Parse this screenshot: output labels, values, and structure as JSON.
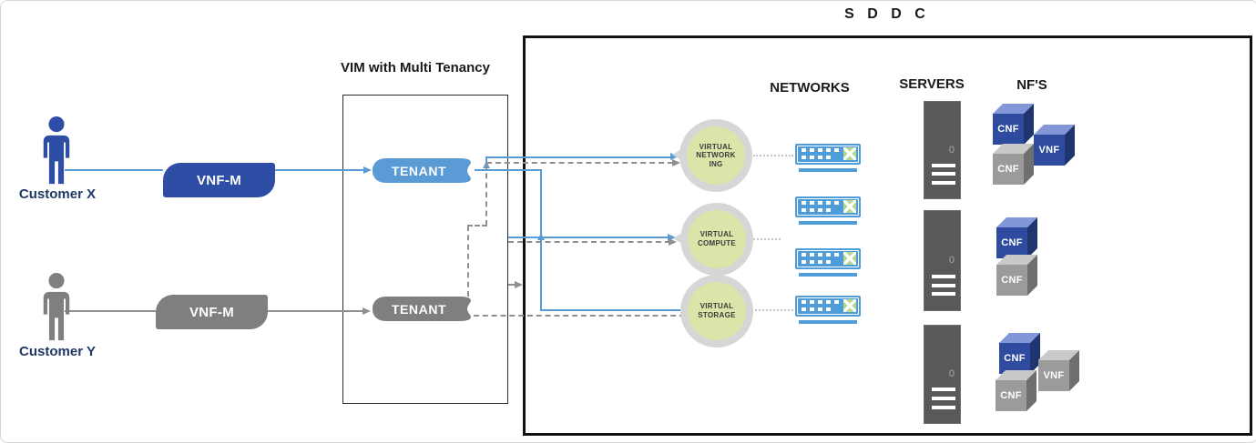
{
  "diagram": {
    "sddc_title": "S D D C",
    "vim_title": "VIM with Multi Tenancy",
    "customers": [
      {
        "name": "Customer X",
        "color": "#2E4EA6"
      },
      {
        "name": "Customer Y",
        "color": "#7F7F7F"
      }
    ],
    "vnfm_boxes": [
      {
        "label": "VNF-M",
        "color": "#2E4EA6"
      },
      {
        "label": "VNF-M",
        "color": "#7F7F7F"
      }
    ],
    "tenants": [
      {
        "label": "TENANT",
        "color": "#5B9BD5"
      },
      {
        "label": "TENANT",
        "color": "#7F7F7F"
      }
    ],
    "headers": {
      "networks": "NETWORKS",
      "servers": "SERVERS",
      "nfs": "NF'S"
    },
    "virtual_services": [
      {
        "lines": [
          "VIRTUAL",
          "NETWORK",
          "ING"
        ]
      },
      {
        "lines": [
          "VIRTUAL",
          "COMPUTE"
        ]
      },
      {
        "lines": [
          "VIRTUAL",
          "STORAGE"
        ]
      }
    ],
    "servers": [
      {
        "indicator": "0"
      },
      {
        "indicator": "0"
      },
      {
        "indicator": "0"
      }
    ],
    "nf_groups": [
      {
        "cubes": [
          {
            "label": "CNF",
            "variant": "blue"
          },
          {
            "label": "VNF",
            "variant": "blue"
          },
          {
            "label": "CNF",
            "variant": "gray"
          }
        ]
      },
      {
        "cubes": [
          {
            "label": "CNF",
            "variant": "blue"
          },
          {
            "label": "CNF",
            "variant": "gray"
          }
        ]
      },
      {
        "cubes": [
          {
            "label": "CNF",
            "variant": "blue"
          },
          {
            "label": "VNF",
            "variant": "gray"
          },
          {
            "label": "CNF",
            "variant": "gray"
          }
        ]
      }
    ],
    "colors": {
      "line_blue": "#5B9BD5",
      "dark_blue": "#2E4EA6",
      "gray": "#7F7F7F",
      "dashed_gray": "#8f8f8f",
      "circle_green": "#D9E5A9",
      "circle_ring": "#D6D6D6",
      "switch_blue": "#4E9CD8",
      "switch_green": "#B5D98E",
      "server_gray": "#595959",
      "cube_blue": "#2E4BA0",
      "cube_gray": "#9B9B9B"
    }
  }
}
